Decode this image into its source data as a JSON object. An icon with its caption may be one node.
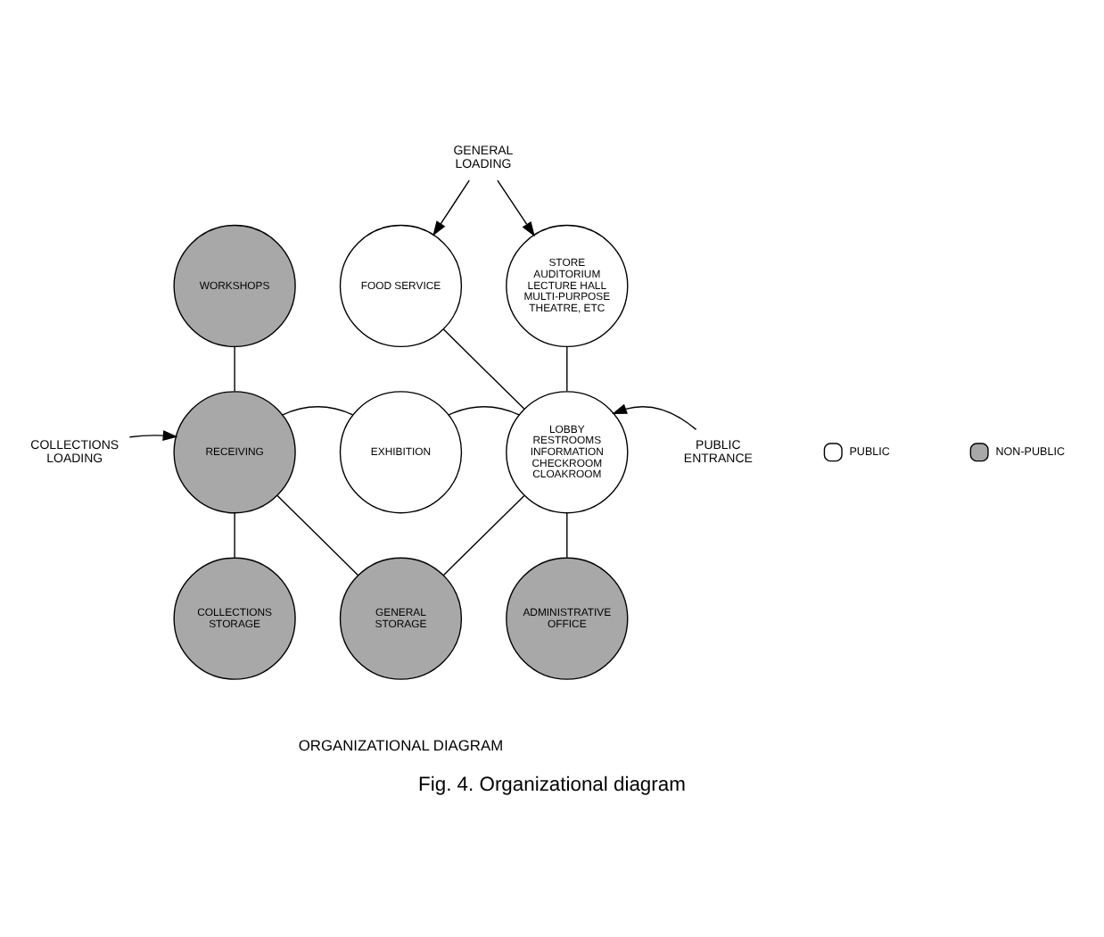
{
  "diagram": {
    "caption": "Fig. 4. Organizational diagram",
    "nodes": [
      {
        "text": [
          "GENERAL LOADING"
        ]
      },
      {
        "text": [
          "WORKSHOPS"
        ]
      },
      {
        "text": [
          "FOOD SERVICE"
        ]
      },
      {
        "text": [
          "STORE AUDITORIUM LECTURE HALL MULTI-PURPOSE THEATRE, ETC"
        ]
      },
      {
        "text": [
          "COLLECTIONS LOADING"
        ]
      },
      {
        "text": [
          "RECEIVING"
        ]
      },
      {
        "text": [
          "EXHIBITION"
        ]
      },
      {
        "text": [
          "LOBBY RESTROOMS INFORMATION CHECKROOM CLOAKROOM"
        ]
      },
      {
        "text": [
          "PUBLIC ENTRANCE"
        ]
      },
      {
        "text": [
          "COLLECTIONS STORAGE"
        ]
      },
      {
        "text": [
          "GENERAL STORAGE"
        ]
      },
      {
        "text": [
          "ADMINISTRATIVE OFFICE"
        ]
      }
    ],
    "edges": [
      {
        "from": 0,
        "to": 2,
        "arrow": "to"
      },
      {
        "from": 0,
        "to": 3,
        "arrow": "to"
      },
      {
        "from": 1,
        "to": 5,
        "arrow": "none"
      },
      {
        "from": 2,
        "to": 7,
        "arrow": "none"
      },
      {
        "from": 3,
        "to": 7,
        "arrow": "none"
      },
      {
        "from": 4,
        "to": 5,
        "arrow": "to"
      },
      {
        "from": 5,
        "to": 6,
        "arrow": "none"
      },
      {
        "from": 6,
        "to": 7,
        "arrow": "none"
      },
      {
        "from": 8,
        "to": 7,
        "arrow": "to"
      },
      {
        "from": 5,
        "to": 9,
        "arrow": "none"
      },
      {
        "from": 5,
        "to": 10,
        "arrow": "none"
      },
      {
        "from": 10,
        "to": 7,
        "arrow": "none"
      },
      {
        "from": 7,
        "to": 11,
        "arrow": "none"
      }
    ],
    "labels": [
      "ORGANIZATIONAL DIAGRAM"
    ],
    "legend": [
      {
        "text": "PUBLIC",
        "color": "#ffffff"
      },
      {
        "text": "NON-PUBLIC",
        "color": "#a8a8a8"
      }
    ]
  }
}
